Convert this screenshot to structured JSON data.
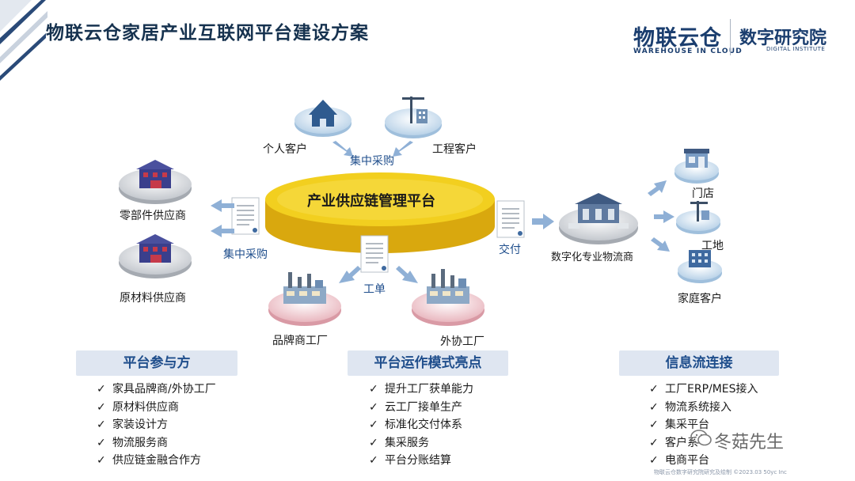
{
  "header": {
    "title": "物联云仓家居产业互联网平台建设方案",
    "logo_main": "物联云仓",
    "logo_sub": "WAREHOUSE IN CLOUD",
    "logo2_main": "数字研究院",
    "logo2_sub": "DIGITAL INSTITUTE"
  },
  "diagram": {
    "platform": "产业供应链管理平台",
    "nodes": {
      "individual_customer": "个人客户",
      "engineering_customer": "工程客户",
      "parts_supplier": "零部件供应商",
      "raw_material_supplier": "原材料供应商",
      "brand_factory": "品牌商工厂",
      "outsourced_factory": "外协工厂",
      "logistics_provider": "数字化专业物流商",
      "store": "门店",
      "site": "工地",
      "home_customer": "家庭客户"
    },
    "flows": {
      "central_purchase_top": "集中采购",
      "central_purchase_left": "集中采购",
      "work_order": "工单",
      "delivery": "交付"
    }
  },
  "sections": {
    "participants": {
      "title": "平台参与方",
      "items": [
        "家具品牌商/外协工厂",
        "原材料供应商",
        "家装设计方",
        "物流服务商",
        "供应链金融合作方"
      ]
    },
    "highlights": {
      "title": "平台运作模式亮点",
      "items": [
        "提升工厂获单能力",
        "云工厂接单生产",
        "标准化交付体系",
        "集采服务",
        "平台分账结算"
      ]
    },
    "info_flow": {
      "title": "信息流连接",
      "items": [
        "工厂ERP/MES接入",
        "物流系统接入",
        "集采平台",
        "客户系",
        "电商平台"
      ]
    }
  },
  "check_mark": "✓",
  "watermark": "冬菇先生",
  "footer": "物联云仓数字研究院研究及绘制   ©2023.03 50yc Inc",
  "colors": {
    "platform_gold": "#f2cf1f",
    "platform_dark": "#d9a80e",
    "brand_blue": "#1f4e8c",
    "section_bg": "#dfe6f1"
  }
}
